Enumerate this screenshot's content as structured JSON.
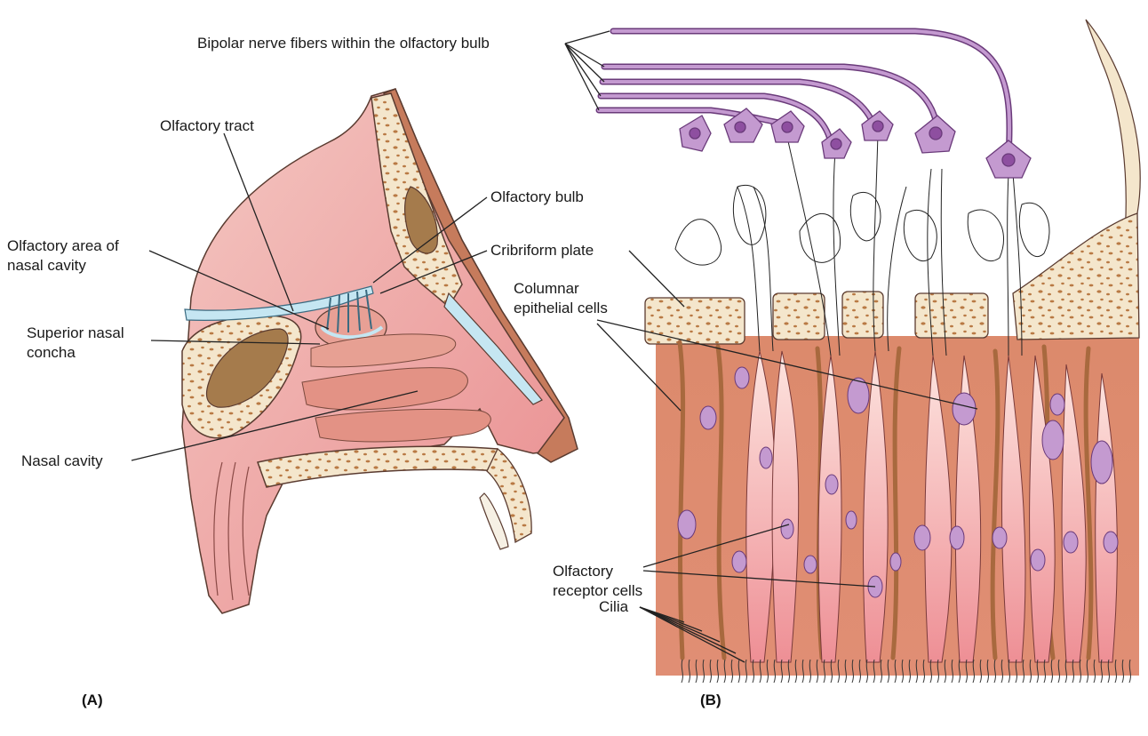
{
  "panels": {
    "a": "(A)",
    "b": "(B)"
  },
  "labels": {
    "bipolar": "Bipolar nerve fibers within the olfactory bulb",
    "olfactory_tract": "Olfactory tract",
    "olfactory_bulb": "Olfactory bulb",
    "olfactory_area": "Olfactory area of\nnasal cavity",
    "cribriform": "Cribriform plate",
    "columnar": "Columnar\nepithelial cells",
    "superior_concha": "Superior nasal\nconcha",
    "nasal_cavity": "Nasal cavity",
    "receptor_cells": "Olfactory\nreceptor cells",
    "cilia": "Cilia"
  },
  "colors": {
    "skin": "#f2b8b4",
    "bone": "#f4e6cc",
    "bone_spot": "#b97a45",
    "sinus": "#a57b4c",
    "tract": "#c5e6f2",
    "mucosa": "#e59a86",
    "epithelium": "#de8f72",
    "columnar_stripe": "#a8693e",
    "neuron": "#c49ad0",
    "nucleus": "#8e4fa0",
    "receptor_body": "#f6cfc8"
  }
}
